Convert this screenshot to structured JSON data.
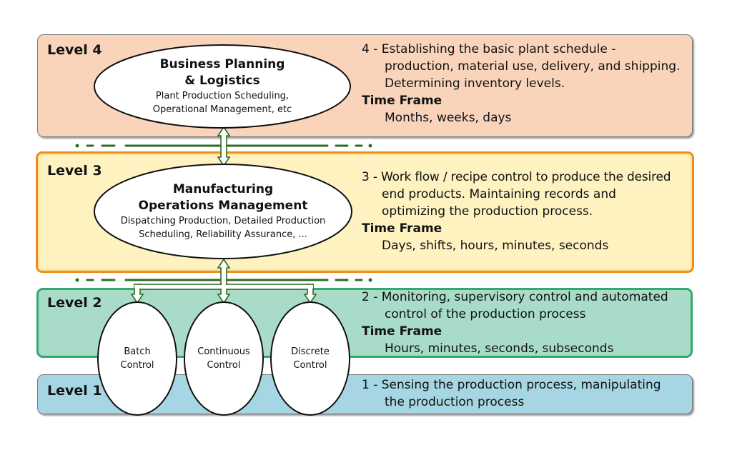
{
  "colors": {
    "level4_fill": "#f9d4bb",
    "level3_fill": "#fdf2c0",
    "level3_border": "#f08c1e",
    "level2_fill": "#a8dcc8",
    "level2_border": "#35a870",
    "level1_fill": "#a6d6e4",
    "arrow": "#2e6a23"
  },
  "levels": [
    {
      "label": "Level 4",
      "node": {
        "title_line1": "Business Planning",
        "title_line2": "& Logistics",
        "sub_line1": "Plant Production Scheduling,",
        "sub_line2": "Operational Management, etc"
      },
      "description": {
        "line1": "4 -  Establishing the basic plant schedule -",
        "line2": "production, material use, delivery, and shipping.",
        "line3": "Determining inventory levels."
      },
      "time_frame_label": "Time Frame",
      "time_frame": "Months, weeks, days"
    },
    {
      "label": "Level 3",
      "node": {
        "title_line1": "Manufacturing",
        "title_line2": "Operations Management",
        "sub_line1": "Dispatching Production, Detailed Production",
        "sub_line2": "Scheduling, Reliability Assurance, ..."
      },
      "description": {
        "line1": "3 -  Work flow / recipe control to produce the desired",
        "line2": "end products. Maintaining records and",
        "line3": "optimizing the production process."
      },
      "time_frame_label": "Time Frame",
      "time_frame": "Days, shifts, hours, minutes, seconds"
    },
    {
      "label": "Level 2",
      "description": {
        "line1": "2 -  Monitoring, supervisory control and automated",
        "line2": "control of the production process"
      },
      "time_frame_label": "Time Frame",
      "time_frame": "Hours, minutes, seconds, subseconds"
    },
    {
      "label": "Level 1",
      "description": {
        "line1": "1 -  Sensing the production process, manipulating",
        "line2": "the production process"
      }
    }
  ],
  "controls": [
    {
      "line1": "Batch",
      "line2": "Control"
    },
    {
      "line1": "Continuous",
      "line2": "Control"
    },
    {
      "line1": "Discrete",
      "line2": "Control"
    }
  ]
}
